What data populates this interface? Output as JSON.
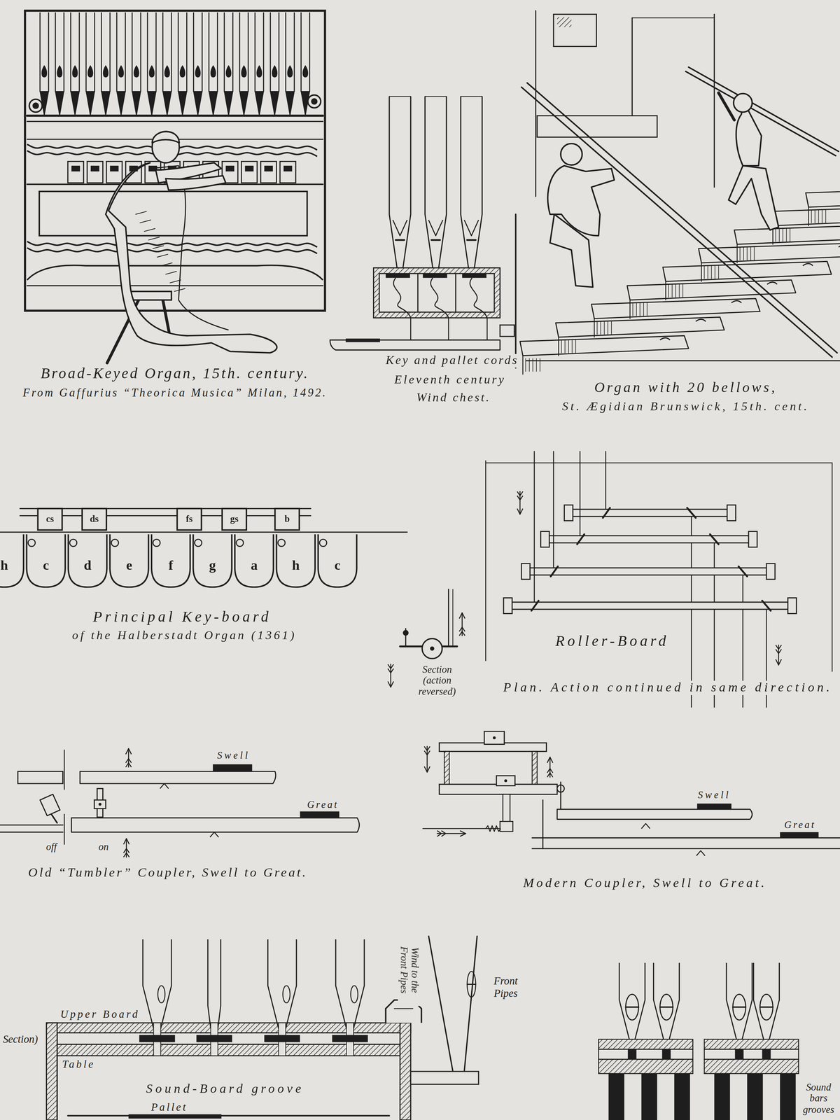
{
  "diagram": {
    "labels": [
      "Broad-Keyed Organ, 15th. century.",
      "From Gaffurius “Theorica Musica” Milan, 1492.",
      "Key and pallet cords",
      "Eleventh century",
      "Wind chest.",
      "Organ with 20 bellows,",
      "St. Ægidian Brunswick, 15th. cent.",
      "Principal Key-board",
      "of the Halberstadt Organ (1361)",
      "cs",
      "ds",
      "fs",
      "gs",
      "b",
      "h",
      "c",
      "d",
      "e",
      "f",
      "g",
      "a",
      "h",
      "c",
      "Section (action reversed)",
      "Roller-Board",
      "Plan. Action continued in same direction.",
      "Swell",
      "Great",
      "off",
      "on",
      "Old “Tumbler” Coupler, Swell to Great.",
      "Swell",
      "Great",
      "Modern Coupler, Swell to Great.",
      "Section)",
      "Upper Board",
      "Table",
      "Sound-Board groove",
      "Pallet",
      "Wind to the Front Pipes",
      "Front Pipes",
      "Sound bars grooves"
    ]
  }
}
